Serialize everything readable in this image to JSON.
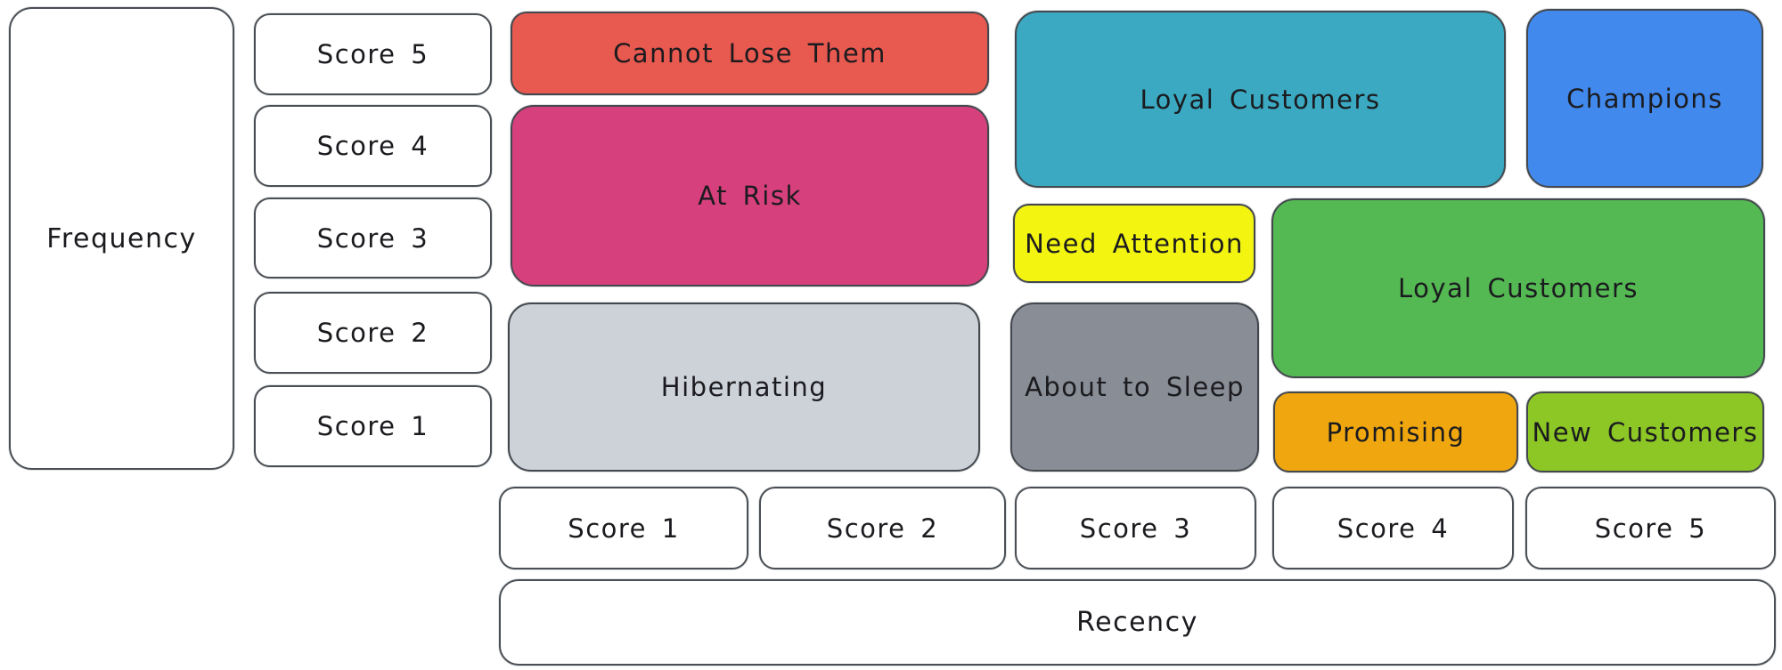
{
  "diagram": {
    "type": "rfm-segment-matrix",
    "y_axis": {
      "label": "Frequency",
      "scores": [
        "Score 5",
        "Score 4",
        "Score 3",
        "Score 2",
        "Score 1"
      ]
    },
    "x_axis": {
      "label": "Recency",
      "scores": [
        "Score 1",
        "Score 2",
        "Score 3",
        "Score 4",
        "Score 5"
      ]
    },
    "segments": [
      {
        "label": "Cannot Lose Them",
        "color": "#e8594f",
        "recency": [
          1,
          2
        ],
        "frequency": [
          5,
          5
        ]
      },
      {
        "label": "At Risk",
        "color": "#d6417d",
        "recency": [
          1,
          2
        ],
        "frequency": [
          3,
          4
        ]
      },
      {
        "label": "Hibernating",
        "color": "#cdd2d9",
        "recency": [
          1,
          2
        ],
        "frequency": [
          1,
          2
        ]
      },
      {
        "label": "Loyal Customers",
        "color": "#3aa9c1",
        "recency": [
          3,
          4
        ],
        "frequency": [
          4,
          5
        ]
      },
      {
        "label": "Champions",
        "color": "#4189ec",
        "recency": [
          5,
          5
        ],
        "frequency": [
          4,
          5
        ]
      },
      {
        "label": "Need Attention",
        "color": "#f3f511",
        "recency": [
          3,
          3
        ],
        "frequency": [
          3,
          3
        ]
      },
      {
        "label": "Loyal Customers",
        "color": "#54b952",
        "recency": [
          4,
          5
        ],
        "frequency": [
          2,
          3
        ]
      },
      {
        "label": "About to Sleep",
        "color": "#888d96",
        "recency": [
          3,
          3
        ],
        "frequency": [
          1,
          2
        ]
      },
      {
        "label": "Promising",
        "color": "#f0a70f",
        "recency": [
          4,
          4
        ],
        "frequency": [
          1,
          1
        ]
      },
      {
        "label": "New Customers",
        "color": "#8cc725",
        "recency": [
          5,
          5
        ],
        "frequency": [
          1,
          1
        ]
      }
    ],
    "outline_color": "#43484e",
    "text_color": "#1b1b1f"
  }
}
